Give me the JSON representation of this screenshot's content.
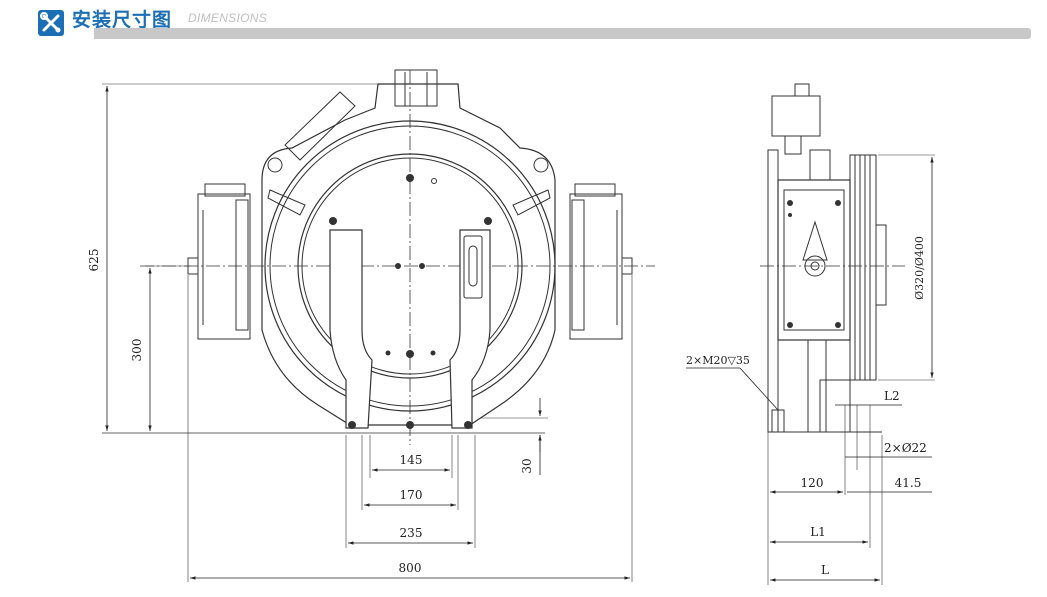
{
  "header": {
    "title_cn": "安装尺寸图",
    "title_en": "DIMENSIONS",
    "accent_color": "#1c6fb5",
    "logo_icon": "wrench-screwdriver-icon"
  },
  "dimensions": {
    "front": {
      "height_total": "625",
      "shaft_height": "300",
      "width_145": "145",
      "width_170": "170",
      "width_235": "235",
      "width_800": "800",
      "foot_30": "30"
    },
    "side": {
      "sheave_dia": "Ø320/Ø400",
      "bolts": "2×M20▽35",
      "l2": "L2",
      "holes": "2×Ø22",
      "dim_120": "120",
      "dim_41_5": "41.5",
      "l1": "L1",
      "l": "L"
    }
  }
}
